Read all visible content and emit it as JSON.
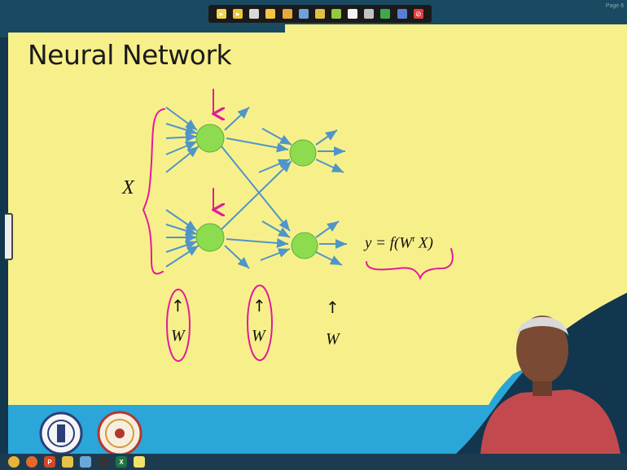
{
  "slide": {
    "title": "Neural Network",
    "input_label": "X",
    "weight_labels": [
      "W",
      "W",
      "W"
    ],
    "up_arrow": "↑",
    "equation": {
      "lhs": "y = f(W",
      "superscript": "t",
      "rhs": " X)"
    },
    "page_indicator": "Page 6"
  },
  "toolbar": {
    "icons": [
      "pointer-icon",
      "arrow-icon",
      "select-icon",
      "pen-icon",
      "highlighter-icon",
      "eraser-icon",
      "shape-icon",
      "text-icon",
      "color-icon",
      "undo-icon",
      "redo-icon",
      "dot-icon",
      "close-icon"
    ]
  },
  "taskbar": {
    "icons": [
      "chrome-icon",
      "firefox-icon",
      "powerpoint-icon",
      "folder-icon",
      "network-icon",
      "media-icon",
      "excel-icon",
      "notes-icon"
    ]
  },
  "colors": {
    "slide_yellow": "#f7f08a",
    "slide_teal": "#1b4d66",
    "slide_blue": "#29a7d8",
    "node_green": "#8ddc4f",
    "connection_blue": "#4f95c8",
    "annotation_magenta": "#e21b9b"
  }
}
